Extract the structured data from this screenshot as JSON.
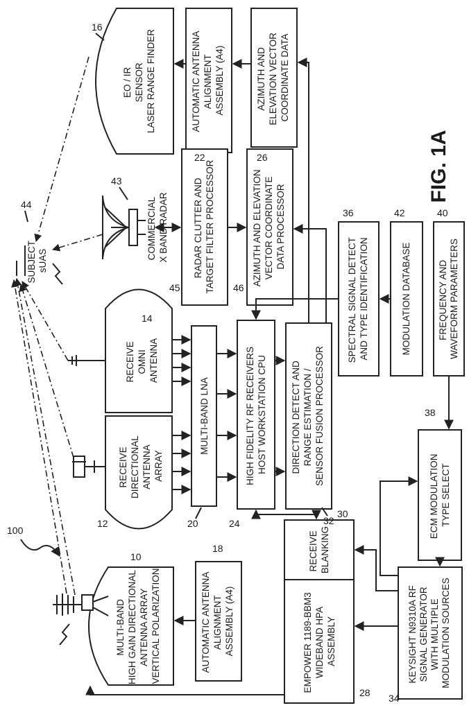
{
  "figure_label": "FIG. 1A",
  "system_ref": "100",
  "blocks": {
    "eo_ir": {
      "ref": "16",
      "lines": [
        "EO / IR",
        "SENSOR",
        "LASER RANGE FINDER"
      ]
    },
    "align_a4_top": {
      "ref": "22",
      "lines": [
        "AUTOMATIC ANTENNA",
        "ALIGNMENT",
        "ASSEMBLY (A4)"
      ]
    },
    "az_el_vector": {
      "ref": "26",
      "lines": [
        "AZIMUTH AND",
        "ELEVATION VECTOR",
        "COORDINATE DATA"
      ]
    },
    "radar": {
      "ref": "43",
      "lines": [
        "COMMERCIAL",
        "X BAND RADAR"
      ]
    },
    "clutter": {
      "ref": "45",
      "lines": [
        "RADAR CLUTTER AND",
        "TARGET FILTER PROCESSOR"
      ]
    },
    "az_el_processor": {
      "ref": "46",
      "lines": [
        "AZIMUTH AND ELEVATION",
        "VECTOR COORDINATE",
        "DATA PROCESSOR"
      ]
    },
    "suas": {
      "ref": "44",
      "lines": [
        "SUBJECT",
        "sUAS"
      ]
    },
    "spectral": {
      "ref": "36",
      "lines": [
        "SPECTRAL SIGNAL DETECT",
        "AND TYPE IDENTIFICATION"
      ]
    },
    "mod_db": {
      "ref": "42",
      "lines": [
        "MODULATION DATABASE"
      ]
    },
    "freq": {
      "ref": "40",
      "lines": [
        "FREQUENCY AND",
        "WAVEFORM PARAMETERS"
      ]
    },
    "omni": {
      "ref": "14",
      "lines": [
        "RECEIVE",
        "OMNI",
        "ANTENNA"
      ]
    },
    "directional": {
      "ref": "12",
      "lines": [
        "RECEIVE",
        "DIRECTIONAL",
        "ANTENNA",
        "ARRAY"
      ]
    },
    "lna": {
      "ref": "20",
      "lines": [
        "MULTI-BAND LNA"
      ]
    },
    "rf_receivers": {
      "ref": "24",
      "lines": [
        "HIGH FIDELITY RF RECEIVERS",
        "HOST WORKSTATION CPU"
      ]
    },
    "direction_detect": {
      "ref": "32",
      "lines": [
        "DIRECTION DETECT AND",
        "RANGE ESTIMATION /",
        "SENSOR FUSION PROCESSOR"
      ]
    },
    "ecm": {
      "ref": "38",
      "lines": [
        "ECM MODULATION",
        "TYPE SELECT"
      ]
    },
    "hg_array": {
      "ref": "10",
      "lines": [
        "MULTI-BAND",
        "HIGH GAIN DIRECTIONAL",
        "ANTENNA ARRAY",
        "VERTICAL POLARIZATION"
      ]
    },
    "align_a4_bottom": {
      "ref": "18",
      "lines": [
        "AUTOMATIC ANTENNA",
        "ALIGNMENT",
        "ASSEMBLY (A4)"
      ]
    },
    "blanking": {
      "ref": "30",
      "lines": [
        "RECEIVE",
        "BLANKING"
      ]
    },
    "hpa": {
      "ref": "28",
      "lines": [
        "EMPOWER 1189-BBM3",
        "WIDEBAND HPA",
        "ASSEMBLY"
      ]
    },
    "keysight": {
      "ref": "34",
      "lines": [
        "KEYSIGHT N9310A RF",
        "SIGNAL GENERATOR",
        "WITH MULTIPLE",
        "MODULATION SOURCES"
      ]
    }
  }
}
